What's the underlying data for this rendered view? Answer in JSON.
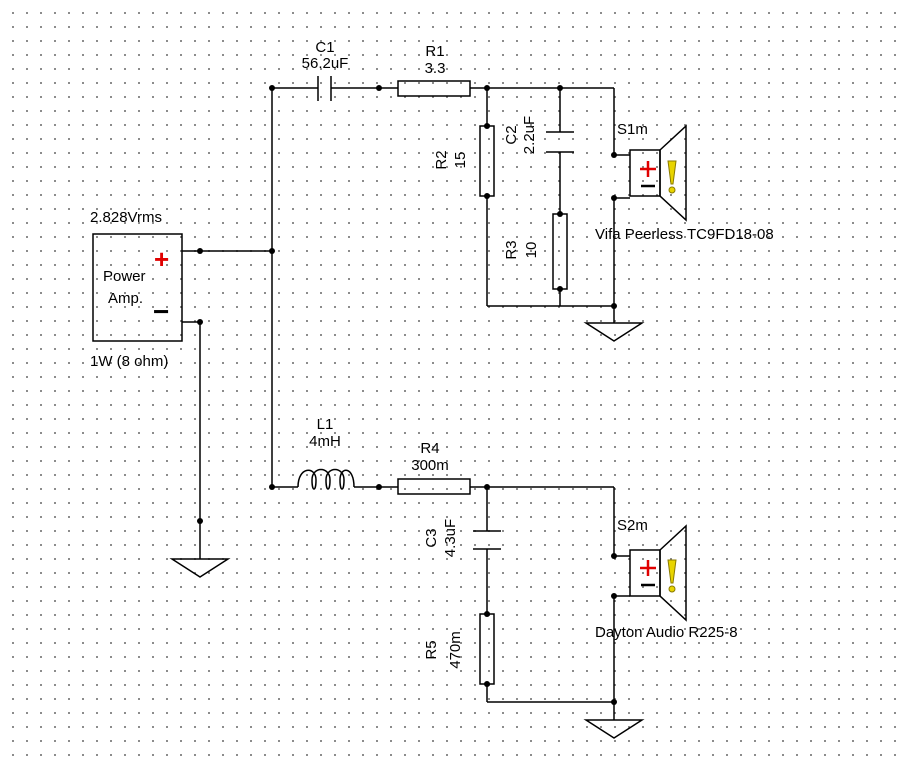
{
  "source": {
    "voltage": "2.828Vrms",
    "name_line1": "Power",
    "name_line2": "Amp.",
    "power": "1W (8 ohm)",
    "plus_symbol": "+",
    "minus_symbol": "−"
  },
  "components": {
    "c1": {
      "ref": "C1",
      "value": "56.2uF"
    },
    "r1": {
      "ref": "R1",
      "value": "3.3"
    },
    "r2": {
      "ref": "R2",
      "value": "15"
    },
    "c2": {
      "ref": "C2",
      "value": "2.2uF"
    },
    "r3": {
      "ref": "R3",
      "value": "10"
    },
    "l1": {
      "ref": "L1",
      "value": "4mH"
    },
    "r4": {
      "ref": "R4",
      "value": "300m"
    },
    "c3": {
      "ref": "C3",
      "value": "4.3uF"
    },
    "r5": {
      "ref": "R5",
      "value": "470m"
    }
  },
  "speakers": {
    "s1": {
      "ref": "S1m",
      "model": "Vifa Peerless TC9FD18-08"
    },
    "s2": {
      "ref": "S2m",
      "model": "Dayton Audio R225-8"
    }
  },
  "colors": {
    "wire": "#000000",
    "polarity_mark": "#e00000",
    "warning_icon": "#e8d400"
  },
  "icons": [
    "ground-icon",
    "speaker-icon",
    "warning-icon"
  ]
}
